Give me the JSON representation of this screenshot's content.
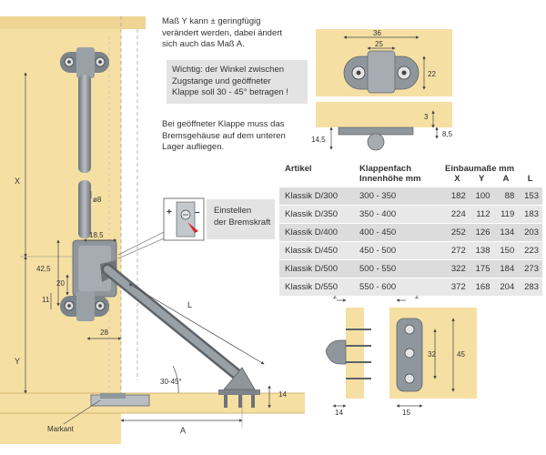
{
  "notes": {
    "measure_y": [
      "Maß Y kann ± geringfügig",
      "verändert werden, dabei ändert",
      "sich auch das Maß A."
    ],
    "warning": [
      "Wichtig: der Winkel zwischen",
      "Zugstange und geöffneter",
      "Klappe soll 30 - 45° betragen !"
    ],
    "housing": [
      "Bei geöffneter Klappe muss das",
      "Bremsgehäuse auf dem unteren",
      "Lager aufliegen."
    ],
    "adjust": [
      "Einstellen",
      "der Bremskraft"
    ]
  },
  "labels": {
    "x": "X",
    "y": "Y",
    "a": "A",
    "l": "L",
    "diameter": "ø8",
    "d185": "18,5",
    "d425": "42,5",
    "d20": "20",
    "d11": "11",
    "d28": "28",
    "angle": "30-45°",
    "d14": "14",
    "markant": "Markant",
    "plus": "+",
    "minus": "–"
  },
  "bracket": {
    "d36": "36",
    "d25": "25",
    "d22": "22",
    "d3": "3",
    "d145": "14,5",
    "d85": "8,5"
  },
  "bearing": {
    "d2a": "2",
    "d2b": "2",
    "d32": "32",
    "d45": "45",
    "d14": "14",
    "d15": "15"
  },
  "table": {
    "headers": {
      "article": "Artikel",
      "flap": [
        "Klappenfach",
        "Innenhöhe mm"
      ],
      "mount": "Einbaumaße mm",
      "cols": [
        "X",
        "Y",
        "A",
        "L"
      ]
    },
    "rows": [
      {
        "article": "Klassik D/300",
        "range": "300 - 350",
        "x": "182",
        "y": "100",
        "a": "88",
        "l": "153"
      },
      {
        "article": "Klassik D/350",
        "range": "350 - 400",
        "x": "224",
        "y": "112",
        "a": "119",
        "l": "183"
      },
      {
        "article": "Klassik D/400",
        "range": "400 - 450",
        "x": "252",
        "y": "126",
        "a": "134",
        "l": "203"
      },
      {
        "article": "Klassik D/450",
        "range": "450 - 500",
        "x": "272",
        "y": "138",
        "a": "150",
        "l": "223"
      },
      {
        "article": "Klassik D/500",
        "range": "500 - 550",
        "x": "322",
        "y": "175",
        "a": "184",
        "l": "273"
      },
      {
        "article": "Klassik D/550",
        "range": "550 - 600",
        "x": "372",
        "y": "168",
        "a": "204",
        "l": "283"
      }
    ]
  },
  "colors": {
    "wood": "#f5dfa3",
    "metal": "#8f969c",
    "metal_dark": "#5d6369",
    "panel": "#e3e3e3",
    "arrow": "#d12a2a"
  }
}
